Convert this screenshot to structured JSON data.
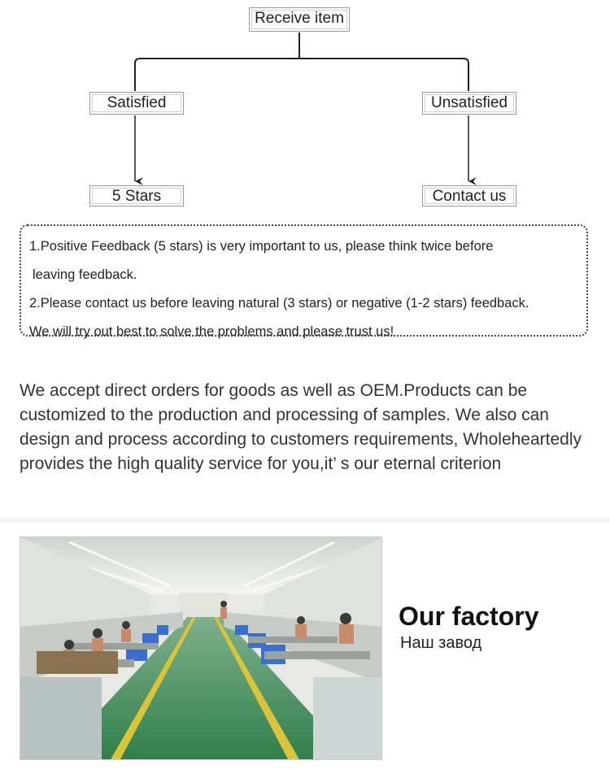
{
  "flowchart": {
    "root": "Receive item",
    "branches": [
      {
        "condition": "Satisfied",
        "result": "5 Stars"
      },
      {
        "condition": "Unsatisfied",
        "result": "Contact us"
      }
    ]
  },
  "notes": [
    "1.Positive Feedback (5 stars) is very important to us, please think twice before",
    "leaving feedback.",
    "2.Please contact us before leaving natural (3 stars) or negative (1-2 stars) feedback.",
    "We will try out best to solve the problems and please trust us!"
  ],
  "intro": "We accept direct orders for goods as well as OEM.Products can be customized to the production and processing of samples. We also can design and process according to customers requirements, Wholeheartedly provides the high quality service for you,it’ s our eternal criterion",
  "factory": {
    "title": "Our factory",
    "subtitle": "Наш завод"
  },
  "colors": {
    "floor": "#3f8f5a",
    "lane": "#d9c43a",
    "wall": "#e8e8e4",
    "bins": "#3a6fd0"
  }
}
